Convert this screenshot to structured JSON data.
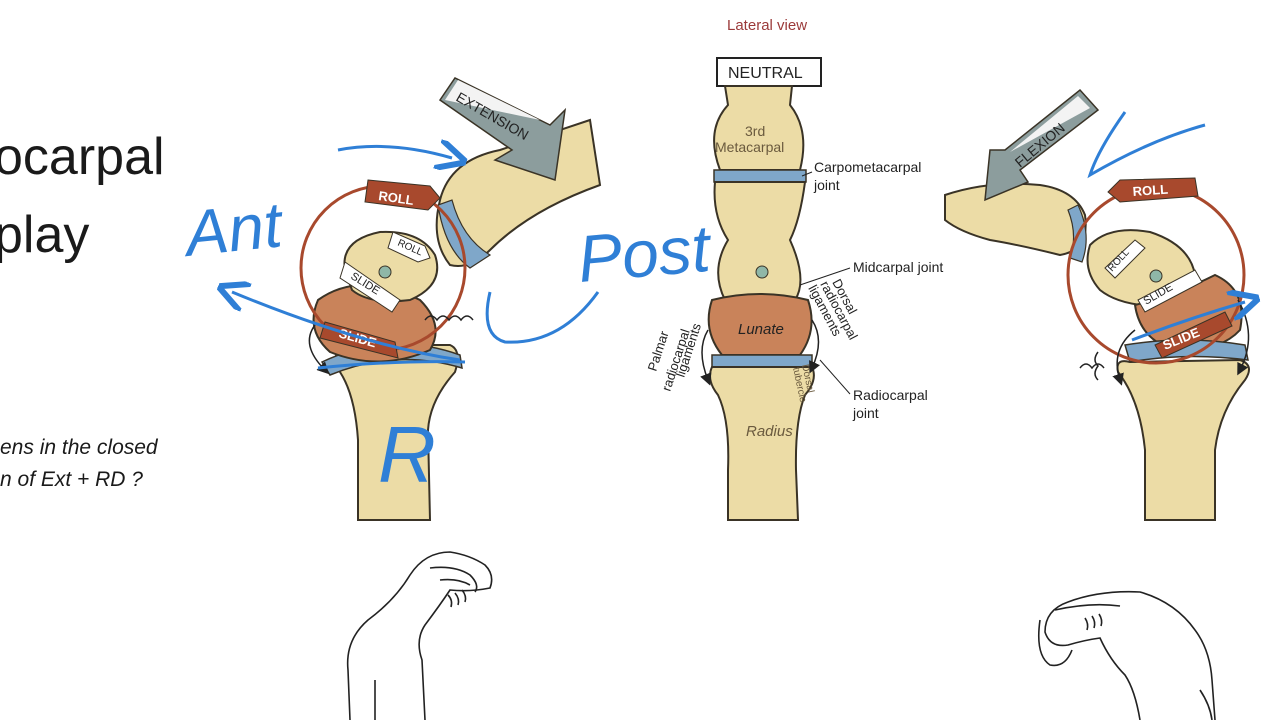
{
  "slide": {
    "title_line1": "ocarpal",
    "title_line2": "play",
    "question_line1": "ens in the closed",
    "question_line2": "n of Ext + RD ?"
  },
  "figure": {
    "view_label": "Lateral view",
    "neutral_label": "NEUTRAL",
    "extension_label": "EXTENSION",
    "flexion_label": "FLEXION",
    "roll_label": "ROLL",
    "slide_label": "SLIDE",
    "third_line1": "3rd",
    "third_line2": "Metacarpal",
    "carpometacarpal_line1": "Carpometacarpal",
    "carpometacarpal_line2": "joint",
    "midcarpal": "Midcarpal joint",
    "lunate": "Lunate",
    "radius": "Radius",
    "dorsal_lig_line1": "Dorsal",
    "dorsal_lig_line2": "radiocarpal",
    "dorsal_lig_line3": "ligaments",
    "palmar_lig_line1": "Palmar",
    "palmar_lig_line2": "radiocarpal",
    "palmar_lig_line3": "ligaments",
    "dorsal_tubercle_line1": "Dorsal",
    "dorsal_tubercle_line2": "tubercle",
    "radiocarpal_line1": "Radiocarpal",
    "radiocarpal_line2": "joint"
  },
  "annotations": {
    "ant": "Ant",
    "post": "Post",
    "r": "R"
  },
  "colors": {
    "bone": "#ecdca6",
    "bone_stroke": "#3a3326",
    "cartilage": "#7fa7c9",
    "lunate": "#c9835a",
    "arrow_gray": "#8c9d9d",
    "roll_red": "#a8492d",
    "ink_blue": "#2f7fd6",
    "title_red": "#9b3a3a"
  }
}
